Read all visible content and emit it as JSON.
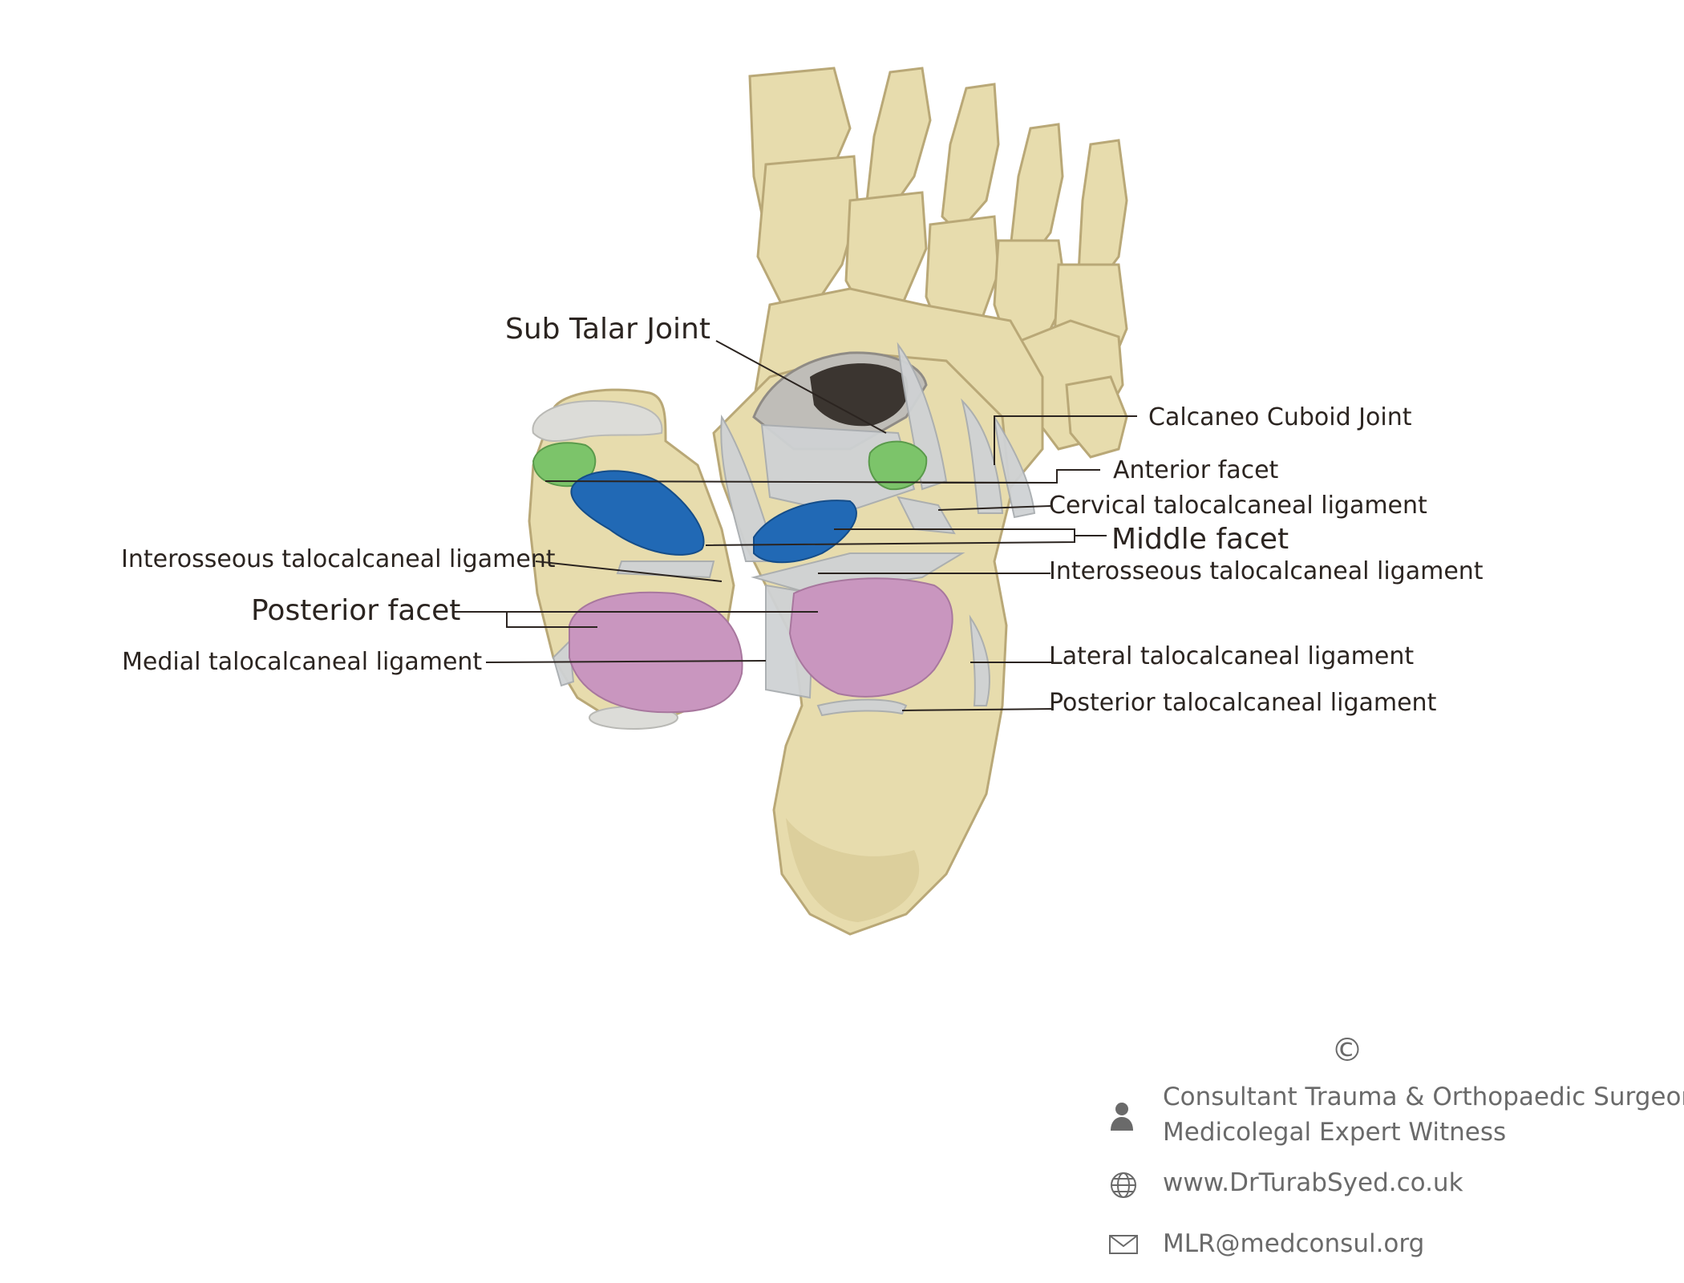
{
  "labels": {
    "sub_talar_joint": "Sub Talar Joint",
    "calcaneo_cuboid_joint": "Calcaneo Cuboid Joint",
    "anterior_facet": "Anterior facet",
    "cervical_talocalcaneal_ligament": "Cervical talocalcaneal ligament",
    "middle_facet": "Middle facet",
    "interosseous_talocalcaneal_ligament_left": "Interosseous talocalcaneal ligament",
    "interosseous_talocalcaneal_ligament_right": "Interosseous talocalcaneal ligament",
    "posterior_facet": "Posterior facet",
    "medial_talocalcaneal_ligament": "Medial talocalcaneal ligament",
    "lateral_talocalcaneal_ligament": "Lateral talocalcaneal ligament",
    "posterior_talocalcaneal_ligament": "Posterior talocalcaneal ligament"
  },
  "credits": {
    "copyright_symbol": "©",
    "title_line1": "Consultant Trauma & Orthopaedic Surgeon",
    "title_line2": "Medicolegal Expert Witness",
    "website": "www.DrTurabSyed.co.uk",
    "email": "MLR@medconsul.org"
  },
  "icons": [
    "person-icon",
    "globe-icon",
    "mail-icon",
    "copyright-icon"
  ],
  "colors": {
    "bone": "#e7dcad",
    "bone_dark": "#c9b98a",
    "cartilage": "#dcdcd8",
    "ligament": "#cfd2d4",
    "anterior_facet": "#7cc46a",
    "middle_facet": "#2169b5",
    "posterior_facet": "#c996bf",
    "sinus_tarsi": "#3b3530",
    "leader_line": "#2b2420"
  }
}
